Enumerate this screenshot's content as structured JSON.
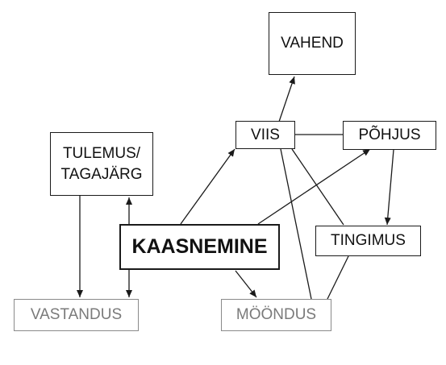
{
  "nodes": {
    "vahend": {
      "label": "VAHEND"
    },
    "viis": {
      "label": "VIIS"
    },
    "pohjus": {
      "label": "PÕHJUS"
    },
    "tulemus": {
      "label": "TULEMUS/\nTAGAJÄRG"
    },
    "kaasnemine": {
      "label": "KAASNEMINE"
    },
    "tingimus": {
      "label": "TINGIMUS"
    },
    "vastandus": {
      "label": "VASTANDUS"
    },
    "mooondus": {
      "label": "MÖÖNDUS"
    }
  },
  "colors": {
    "line": "#1a1a1a",
    "muted": "#7a7a7a"
  }
}
